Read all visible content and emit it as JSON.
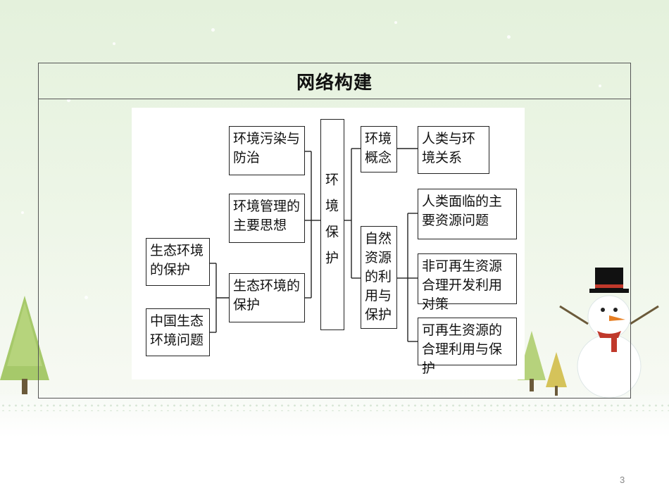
{
  "slide": {
    "title": "网络构建",
    "page_number": "3"
  },
  "diagram": {
    "center": "环境保护",
    "left_outer": [
      "生态环境的保护",
      "中国生态环境问题"
    ],
    "left_mid": [
      "环境污染与防治",
      "环境管理的主要思想",
      "生态环境的保护"
    ],
    "right_mid": [
      "环境概念",
      "自然资源的利用与保护"
    ],
    "right_outer": [
      "人类与环境关系",
      "人类面临的主要资源问题",
      "非可再生资源合理开发利用对策",
      "可再生资源的合理利用与保护"
    ]
  },
  "colors": {
    "border": "#555555",
    "background": "#e4f1dc"
  }
}
